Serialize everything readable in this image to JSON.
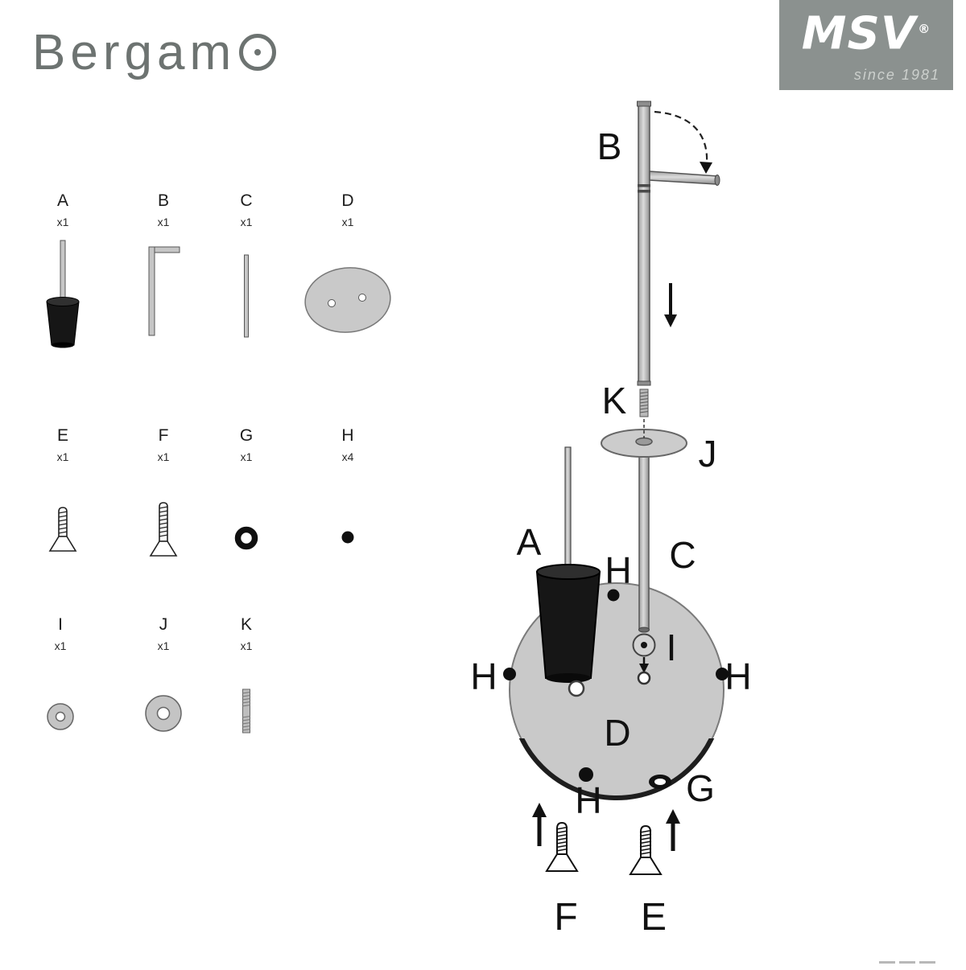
{
  "title": "Bergamo",
  "title_display": {
    "prefix": "Bergam"
  },
  "logo": {
    "brand": "MSV",
    "registered": "®",
    "tagline": "since 1981"
  },
  "parts": [
    {
      "id": "A",
      "qty": "x1",
      "icon": "toilet-brush-icon"
    },
    {
      "id": "B",
      "qty": "x1",
      "icon": "l-shaped-pole-icon"
    },
    {
      "id": "C",
      "qty": "x1",
      "icon": "straight-rod-icon"
    },
    {
      "id": "D",
      "qty": "x1",
      "icon": "base-plate-icon"
    },
    {
      "id": "E",
      "qty": "x1",
      "icon": "countersunk-screw-icon"
    },
    {
      "id": "F",
      "qty": "x1",
      "icon": "countersunk-screw-long-icon"
    },
    {
      "id": "G",
      "qty": "x1",
      "icon": "o-ring-icon"
    },
    {
      "id": "H",
      "qty": "x4",
      "icon": "floor-pad-icon"
    },
    {
      "id": "I",
      "qty": "x1",
      "icon": "small-washer-icon"
    },
    {
      "id": "J",
      "qty": "x1",
      "icon": "large-washer-icon"
    },
    {
      "id": "K",
      "qty": "x1",
      "icon": "threaded-stud-icon"
    }
  ],
  "assembly": {
    "labels": {
      "a": "A",
      "b": "B",
      "c": "C",
      "d": "D",
      "e": "E",
      "f": "F",
      "g": "G",
      "h": "H",
      "i": "I",
      "j": "J",
      "k": "K"
    }
  }
}
